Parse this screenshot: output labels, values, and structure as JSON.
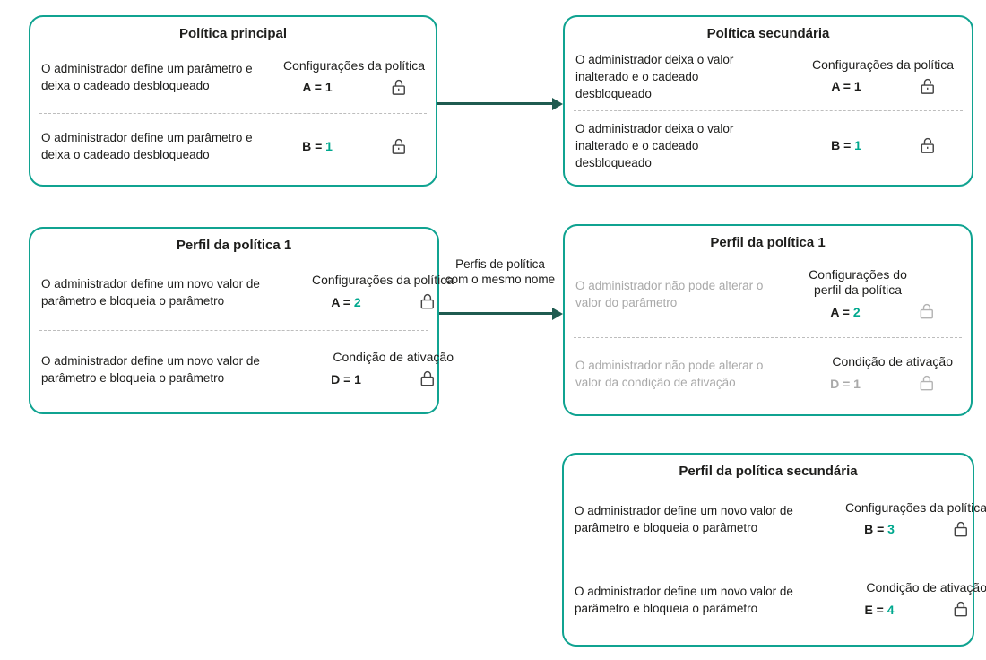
{
  "colors": {
    "box_border": "#10A391",
    "arrow": "#1F5B50",
    "accent_value": "#00A88E",
    "text": "#1D1D1B",
    "text_disabled": "#A9A9A9",
    "divider": "#BDBDBD",
    "lock": "#444444",
    "lock_disabled": "#B3B3B3"
  },
  "arrows": [
    {
      "name": "main-policy-to-secondary-policy",
      "label": ""
    },
    {
      "name": "policy-profile-to-secondary-profile",
      "label": "Perfis de política com o mesmo nome"
    }
  ],
  "boxes": [
    {
      "title": "Política principal",
      "rows": [
        {
          "header": "Configurações da política",
          "text": "O administrador define um parâmetro e deixa o cadeado desbloqueado",
          "param": "A =",
          "value": "1",
          "lock_icon": "unlocked-padlock-icon"
        },
        {
          "text": "O administrador define um parâmetro e deixa o cadeado desbloqueado",
          "param": "B =",
          "value": "1",
          "lock_icon": "unlocked-padlock-icon"
        }
      ]
    },
    {
      "title": "Política secundária",
      "rows": [
        {
          "header": "Configurações da política",
          "text": "O administrador deixa o valor inalterado e o cadeado desbloqueado",
          "param": "A =",
          "value": "1",
          "lock_icon": "unlocked-padlock-icon"
        },
        {
          "text": "O administrador deixa o valor inalterado e o cadeado desbloqueado",
          "param": "B =",
          "value": "1",
          "lock_icon": "unlocked-padlock-icon"
        }
      ]
    },
    {
      "title": "Perfil da política 1",
      "rows": [
        {
          "header": "Configurações da política",
          "text": "O administrador define um novo valor de parâmetro e bloqueia o parâmetro",
          "param": "A =",
          "value": "2",
          "lock_icon": "locked-padlock-icon"
        },
        {
          "header": "Condição de ativação",
          "text": "O administrador define um novo valor de parâmetro e bloqueia o parâmetro",
          "param": "D =",
          "value": "1",
          "lock_icon": "locked-padlock-icon"
        }
      ]
    },
    {
      "title": "Perfil da política 1",
      "rows": [
        {
          "header": "Configurações do perfil da política",
          "text": "O administrador não pode alterar o valor do parâmetro",
          "param": "A =",
          "value": "2",
          "lock_icon": "locked-padlock-icon"
        },
        {
          "header": "Condição de ativação",
          "text": "O administrador não pode alterar o valor da condição de ativação",
          "param": "D =",
          "value": "1",
          "lock_icon": "locked-padlock-icon"
        }
      ]
    },
    {
      "title": "Perfil da política secundária",
      "rows": [
        {
          "header": "Configurações da política",
          "text": "O administrador define um novo valor de parâmetro e bloqueia o parâmetro",
          "param": "B =",
          "value": "3",
          "lock_icon": "locked-padlock-icon"
        },
        {
          "header": "Condição de ativação",
          "text": "O administrador define um novo valor de parâmetro e bloqueia o parâmetro",
          "param": "E =",
          "value": "4",
          "lock_icon": "locked-padlock-icon"
        }
      ]
    }
  ]
}
